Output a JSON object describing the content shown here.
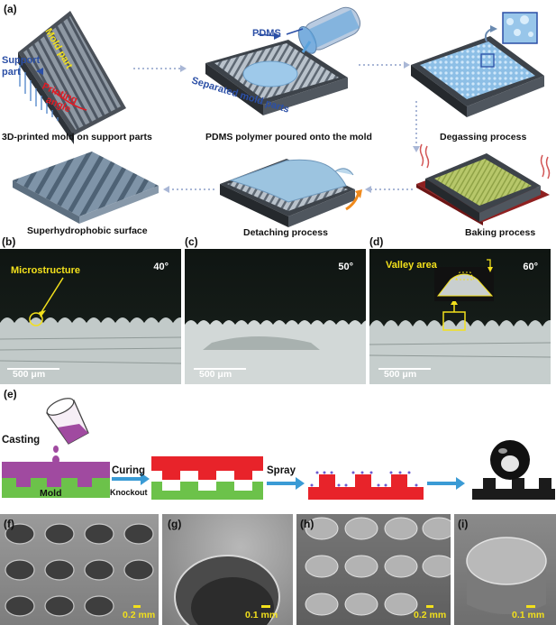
{
  "panel_a": {
    "label": "(a)",
    "mold_part": "Mold part",
    "support_part": "Support\npart",
    "printing_angle": "Printing\nangle",
    "pdms": "PDMS",
    "separated_mold_parts": "Separated mold parts",
    "captions": {
      "step1": "3D-printed mold on support parts",
      "step2": "PDMS polymer poured onto the mold",
      "step3": "Degassing process",
      "step4": "Baking process",
      "step5": "Detaching process",
      "step6": "Superhydrophobic surface"
    }
  },
  "panel_b": {
    "label": "(b)",
    "angle": "40°",
    "annotation": "Microstructure",
    "scale": "500 μm"
  },
  "panel_c": {
    "label": "(c)",
    "angle": "50°",
    "scale": "500 μm"
  },
  "panel_d": {
    "label": "(d)",
    "angle": "60°",
    "annotation": "Valley area",
    "scale": "500 μm"
  },
  "panel_e": {
    "label": "(e)",
    "casting": "Casting",
    "mold": "Mold",
    "curing": "Curing",
    "knockout": "Knockout",
    "spray": "Spray"
  },
  "panel_f": {
    "label": "(f)",
    "scale": "0.2 mm"
  },
  "panel_g": {
    "label": "(g)",
    "scale": "0.1 mm"
  },
  "panel_h": {
    "label": "(h)",
    "scale": "0.2 mm"
  },
  "panel_i": {
    "label": "(i)",
    "scale": "0.1 mm"
  },
  "colors": {
    "blue_label": "#2b4fa6",
    "red_label": "#e01b24",
    "yellow_label": "#f2e01c",
    "magenta": "#a04aa0",
    "green": "#6cc24a",
    "red_block": "#e8232a",
    "arrow_blue": "#3a9bd5"
  }
}
